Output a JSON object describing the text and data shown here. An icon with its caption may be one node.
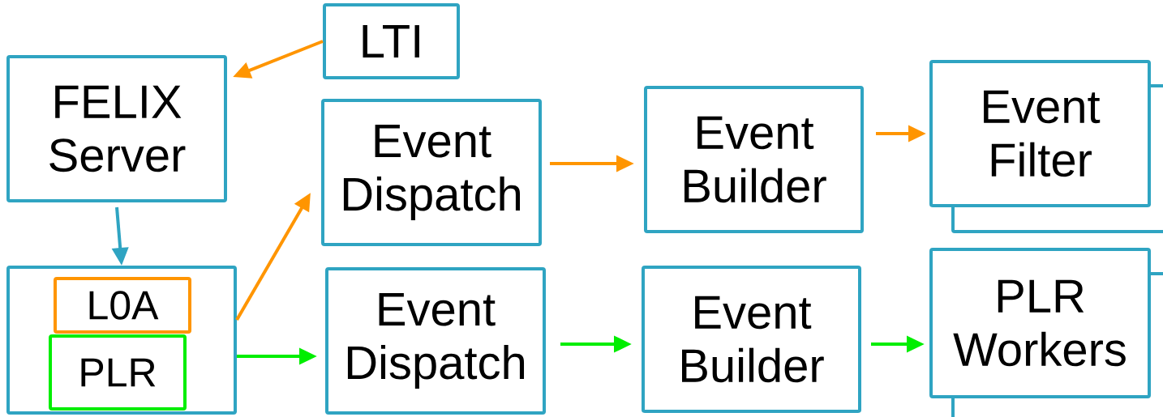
{
  "diagram": {
    "nodes": [
      {
        "text": [
          "LTI"
        ]
      },
      {
        "text": [
          "FELIX Server"
        ]
      },
      {
        "text": [],
        "shape": "box"
      },
      {
        "text": [
          "L0A"
        ],
        "in": 2
      },
      {
        "text": [
          "PLR"
        ],
        "in": 2
      },
      {
        "text": [
          "Event Dispatch"
        ]
      },
      {
        "text": [
          "Event Builder"
        ]
      },
      {
        "text": [
          "Event Filter"
        ]
      },
      {
        "text": [
          "Event Dispatch"
        ]
      },
      {
        "text": [
          "Event Builder"
        ]
      },
      {
        "text": [
          "PLR Workers"
        ]
      }
    ],
    "edges": [
      {
        "from": 0,
        "to": 1,
        "arrow": "to",
        "color": "#ff9500"
      },
      {
        "from": 1,
        "to": 2,
        "arrow": "to",
        "color": "#2fa4c2"
      },
      {
        "from": 2,
        "to": 5,
        "arrow": "to",
        "color": "#ff9500"
      },
      {
        "from": 5,
        "to": 6,
        "arrow": "to",
        "color": "#ff9500"
      },
      {
        "from": 6,
        "to": 7,
        "arrow": "to",
        "color": "#ff9500"
      },
      {
        "from": 2,
        "to": 8,
        "arrow": "to",
        "color": "#00ee00"
      },
      {
        "from": 8,
        "to": 9,
        "arrow": "to",
        "color": "#00ee00"
      },
      {
        "from": 9,
        "to": 10,
        "arrow": "to",
        "color": "#00ee00"
      }
    ]
  }
}
